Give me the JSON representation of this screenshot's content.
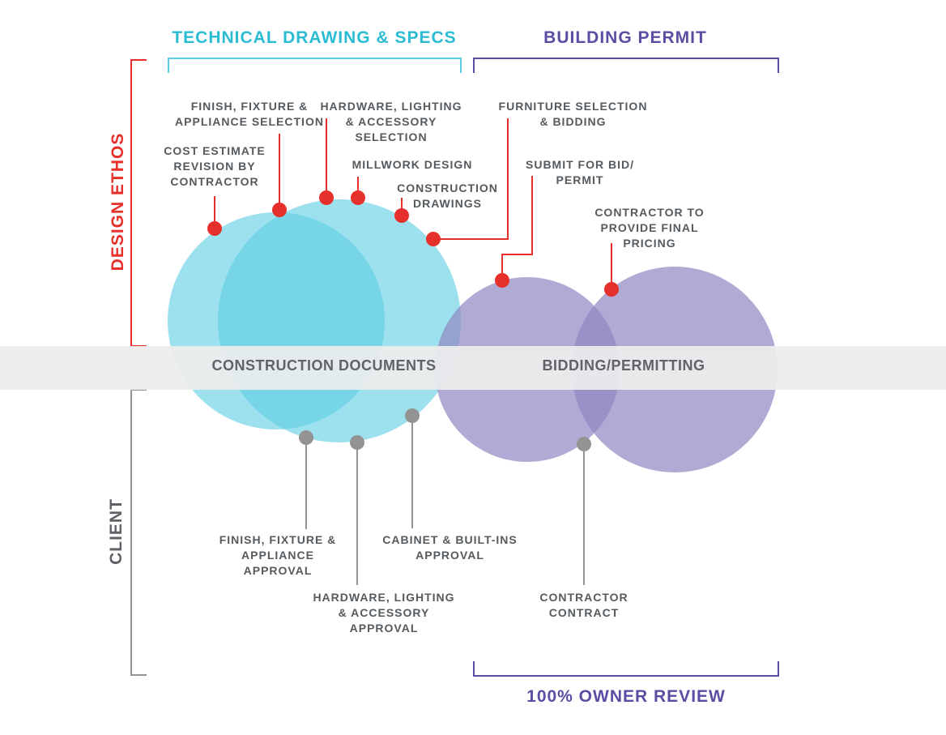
{
  "colors": {
    "cyan": "#5ccde3",
    "purple": "#8f87c2",
    "red_marker": "#e5302b",
    "gray_marker": "#939393",
    "text_gray": "#555a5e",
    "cyan_text": "#2bbcd4",
    "purple_text": "#5a4ea3",
    "red_text": "#e5302b",
    "band": "#ededed"
  },
  "headers": {
    "technical": "TECHNICAL DRAWING & SPECS",
    "permit": "BUILDING PERMIT",
    "owner_review": "100% OWNER REVIEW"
  },
  "side_labels": {
    "design_ethos": "DESIGN ETHOS",
    "client": "CLIENT"
  },
  "phases": {
    "construction_documents": "CONSTRUCTION DOCUMENTS",
    "bidding_permitting": "BIDDING/PERMITTING"
  },
  "design_items": [
    "FINISH, FIXTURE &\nAPPLIANCE SELECTION",
    "HARDWARE, LIGHTING\n& ACCESSORY\nSELECTION",
    "FURNITURE SELECTION\n& BIDDING",
    "COST ESTIMATE\nREVISION BY\nCONTRACTOR",
    "MILLWORK DESIGN",
    "CONSTRUCTION\nDRAWINGS",
    "SUBMIT FOR BID/\nPERMIT",
    "CONTRACTOR TO\nPROVIDE FINAL\nPRICING"
  ],
  "client_items": [
    "FINISH, FIXTURE &\nAPPLIANCE\nAPPROVAL",
    "CABINET & BUILT-INS\nAPPROVAL",
    "HARDWARE, LIGHTING\n& ACCESSORY\nAPPROVAL",
    "CONTRACTOR\nCONTRACT"
  ]
}
